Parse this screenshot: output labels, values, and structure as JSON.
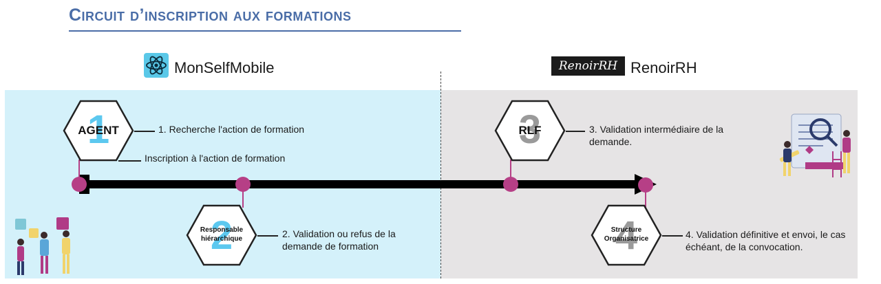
{
  "title": "Circuit d’inscription aux formations",
  "apps": {
    "left": {
      "name": "MonSelfMobile",
      "logo_icon": "react-atom-icon"
    },
    "right": {
      "name": "RenoirRH",
      "logo_text": "RenoirRH"
    }
  },
  "steps": [
    {
      "number": "1",
      "actor": "AGENT",
      "text": "1. Recherche l'action de formation",
      "text2": "Inscription à l'action de formation"
    },
    {
      "number": "2",
      "actor": "Responsable hiérarchique",
      "text": "2. Validation ou refus de la demande de formation"
    },
    {
      "number": "3",
      "actor": "RLF",
      "text": "3. Validation intermédiaire de la demande."
    },
    {
      "number": "4",
      "actor": "Structure Organisatrice",
      "text": "4. Validation définitive et envoi, le cas échéant, de la convocation."
    }
  ],
  "colors": {
    "title": "#4a6da7",
    "left_panel": "#d4f1fa",
    "right_panel": "#e6e4e5",
    "dot": "#b63f86",
    "number_left": "#5cc8ef",
    "number_right": "#9a9a9a"
  }
}
